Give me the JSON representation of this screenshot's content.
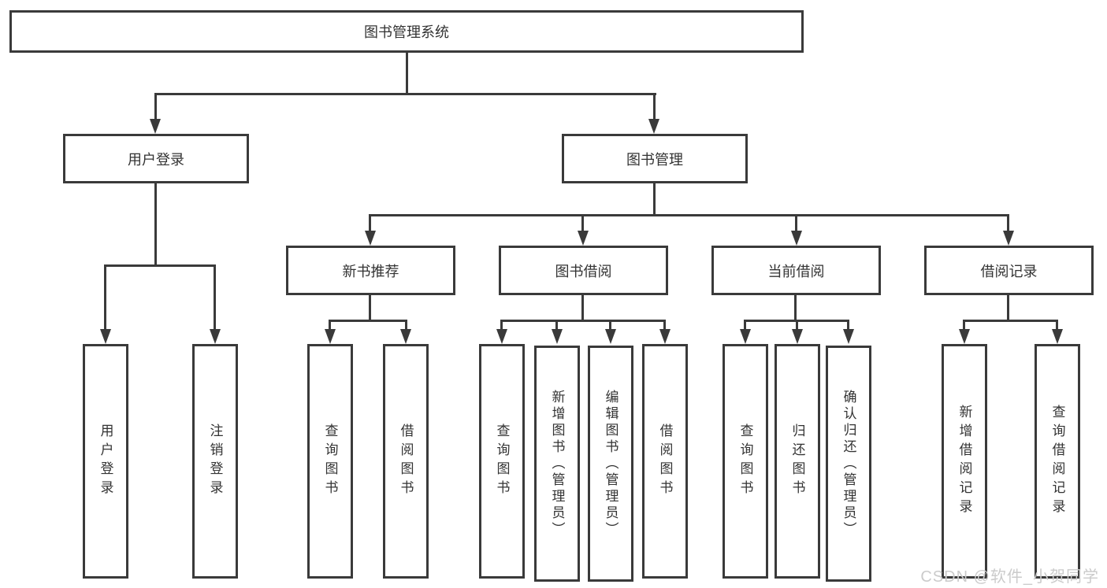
{
  "title": "图书管理系统",
  "watermark": "CSDN @软件_小贺同学",
  "colors": {
    "line": "#3a3a3a",
    "text": "#333333",
    "watermark": "#cbcbcb",
    "background": "#ffffff"
  },
  "tree": {
    "label": "图书管理系统",
    "children": [
      {
        "label": "用户登录",
        "children": [
          {
            "label": "用户登录"
          },
          {
            "label": "注销登录"
          }
        ]
      },
      {
        "label": "图书管理",
        "children": [
          {
            "label": "新书推荐",
            "children": [
              {
                "label": "查询图书"
              },
              {
                "label": "借阅图书"
              }
            ]
          },
          {
            "label": "图书借阅",
            "children": [
              {
                "label": "查询图书"
              },
              {
                "label": "新增图书（管理员）"
              },
              {
                "label": "编辑图书（管理员）"
              },
              {
                "label": "借阅图书"
              }
            ]
          },
          {
            "label": "当前借阅",
            "children": [
              {
                "label": "查询图书"
              },
              {
                "label": "归还图书"
              },
              {
                "label": "确认归还（管理员）"
              }
            ]
          },
          {
            "label": "借阅记录",
            "children": [
              {
                "label": "新增借阅记录"
              },
              {
                "label": "查询借阅记录"
              }
            ]
          }
        ]
      }
    ]
  }
}
